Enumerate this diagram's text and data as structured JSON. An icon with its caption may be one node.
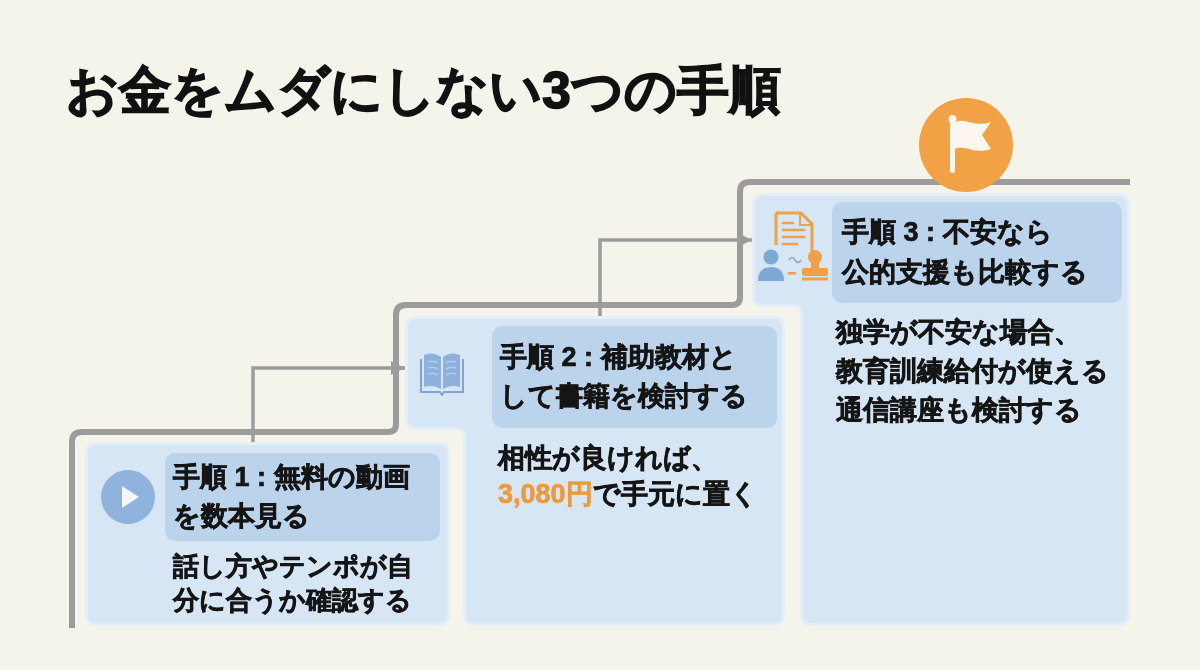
{
  "diagram": {
    "title": "お金をムダにしない3つの手順",
    "nodes": [
      {
        "text": [
          "話し方やテンポが自分に合うか確認する"
        ]
      },
      {
        "text": [
          "手順 1 : 無料の動画を数本見る"
        ],
        "in": 0
      },
      {
        "text": [
          "相性が良ければ、**3,080円**で手元に置く"
        ]
      },
      {
        "text": [
          "手順 2 : 補助教材として書籍を検討する"
        ],
        "in": 2
      },
      {
        "text": [
          "独学が不安な場合、教育訓練給付が使える通信講座も検討する"
        ]
      },
      {
        "text": [
          "手順 3 : 不安なら公的支援も比較する"
        ],
        "in": 4
      }
    ],
    "edges": [
      {
        "from": 0,
        "to": 2,
        "arrow": "to"
      },
      {
        "from": 2,
        "to": 4,
        "arrow": "to"
      }
    ]
  }
}
